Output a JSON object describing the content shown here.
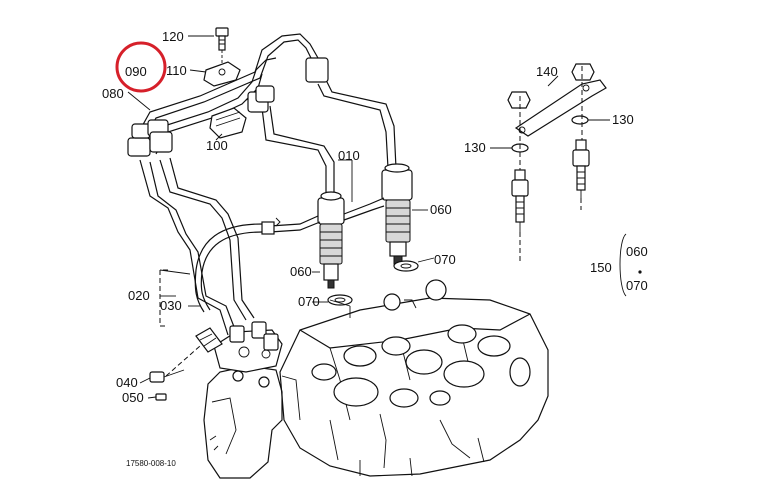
{
  "parts": {
    "p120": "120",
    "p110": "110",
    "p090": "090",
    "p080": "080",
    "p100": "100",
    "p010": "010",
    "p060a": "060",
    "p060b": "060",
    "p070a": "070",
    "p070b": "070",
    "p140": "140",
    "p130a": "130",
    "p130b": "130",
    "p150": "150",
    "p150_060": "060",
    "p150_070": "070",
    "p020": "020",
    "p030": "030",
    "p040": "040",
    "p050": "050"
  },
  "drawing_number": "17580-008-10",
  "highlight": {
    "target": "090",
    "color": "#d6202a"
  }
}
